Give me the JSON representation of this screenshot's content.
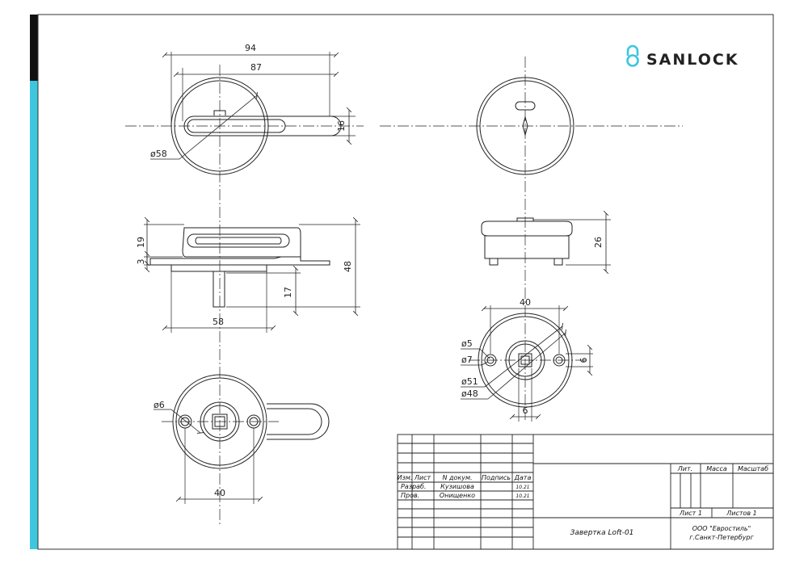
{
  "brand": {
    "name": "SANLOCK",
    "accent_color": "#3ec6de",
    "bar_dark_color": "#111111",
    "icon": "lock-icon"
  },
  "dimensions": {
    "front_total_length": "94",
    "front_handle_length": "87",
    "front_diameter": "ø58",
    "front_handle_height": "16",
    "side_height_19": "19",
    "side_height_3": "3",
    "side_total_height": "48",
    "side_spindle": "17",
    "side_width": "58",
    "rear_diameter_bolt": "ø6",
    "rear_hole_spacing": "40",
    "right_side_height": "26",
    "right_top_width": "40",
    "right_d5": "ø5",
    "right_d7": "ø7",
    "right_d51": "ø51",
    "right_d48": "ø48",
    "right_square_6_side": "6",
    "right_square_6_bottom": "6"
  },
  "title_block": {
    "headers": [
      "Изм.",
      "Лист",
      "N докум.",
      "Подпись",
      "Дата"
    ],
    "rows": [
      {
        "role": "Разраб.",
        "name": "Кузишова",
        "date": "10.21"
      },
      {
        "role": "Пров.",
        "name": "Онищенко",
        "date": "10.21"
      }
    ],
    "product": "Завертка Loft-01",
    "lit_label": "Лит.",
    "mass_label": "Масса",
    "scale_label": "Масштаб",
    "sheet_label": "Лист  1",
    "sheets_label": "Листов  1",
    "company_line1": "ООО \"Евростиль\"",
    "company_line2": "г.Санкт-Петербург"
  }
}
